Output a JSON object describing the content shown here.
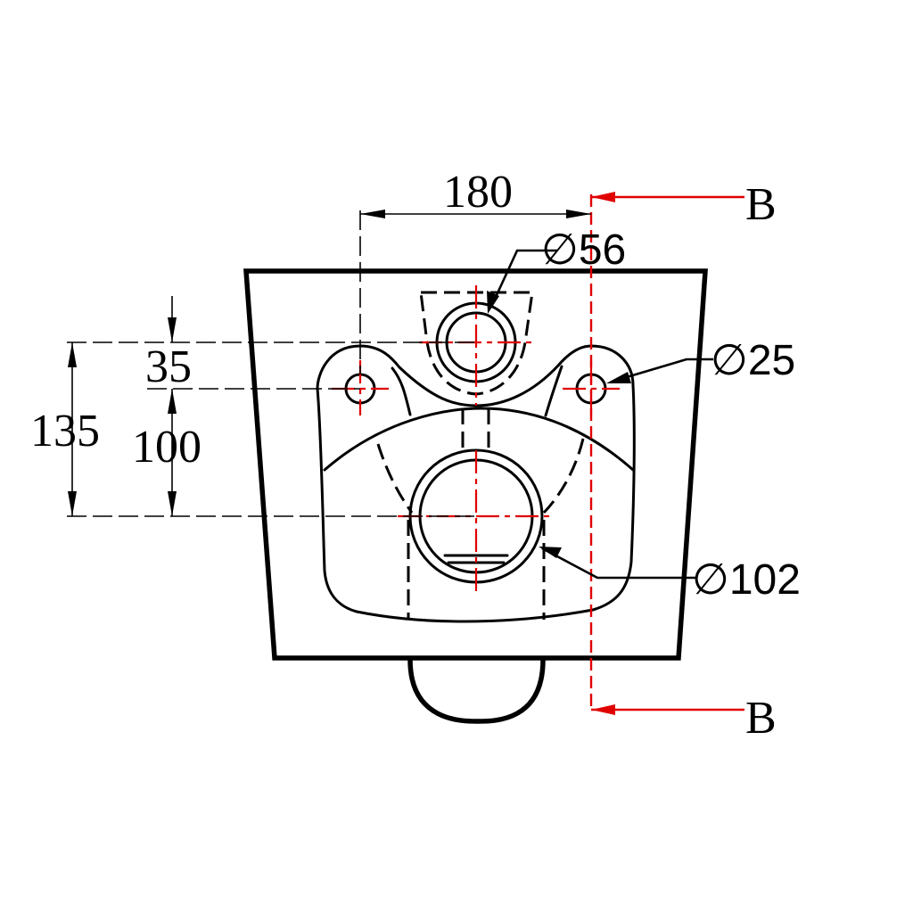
{
  "dimensions": {
    "d180": "180",
    "d135": "135",
    "d100": "100",
    "d35": "35",
    "dia56": "∅56",
    "dia25": "∅25",
    "dia102": "∅102"
  },
  "section": {
    "top_label": "B",
    "bottom_label": "B"
  },
  "colors": {
    "outline": "#000000",
    "section_line": "#e00000"
  }
}
